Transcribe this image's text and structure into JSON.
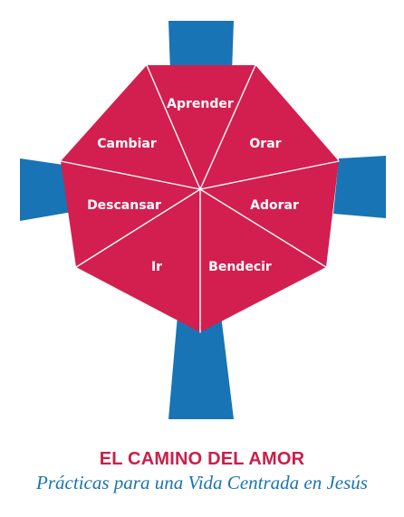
{
  "colors": {
    "cross": "#1874b4",
    "rose": "#d21f4f",
    "divider": "#ffffff",
    "title": "#c8204a",
    "subtitle": "#1a74b4"
  },
  "diagram": {
    "segments": [
      {
        "label": "Aprender"
      },
      {
        "label": "Orar"
      },
      {
        "label": "Adorar"
      },
      {
        "label": "Bendecir"
      },
      {
        "label": "Ir"
      },
      {
        "label": "Descansar"
      },
      {
        "label": "Cambiar"
      }
    ]
  },
  "caption": {
    "title": "EL CAMINO DEL AMOR",
    "subtitle": "Prácticas para una Vida Centrada en Jesús"
  }
}
